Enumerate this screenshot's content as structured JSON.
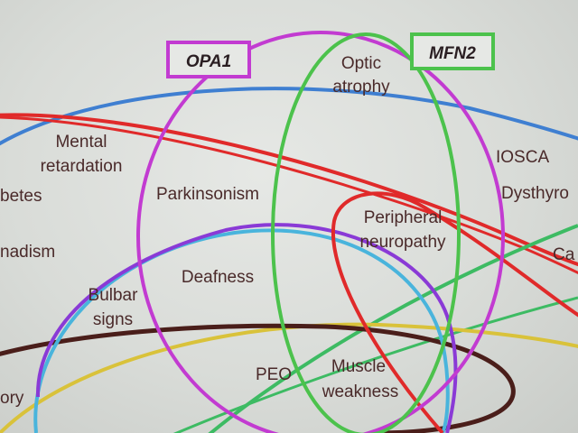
{
  "colors": {
    "background": "#dcdfdb",
    "label_text": "#4a2a2a",
    "gene_text": "#2a1e22",
    "opa1": "#c23bd1",
    "mfn2": "#4cc24c",
    "blue_arc": "#3f7fd1",
    "red": "#e02a2a",
    "cyan": "#49b4dc",
    "purple": "#8a3ad6",
    "green_arc": "#3dbb63",
    "yellow": "#d9c23a",
    "brown": "#4a1e1a"
  },
  "genes": {
    "opa1": "OPA1",
    "mfn2": "MFN2"
  },
  "labels": {
    "optic": "Optic",
    "atrophy": "atrophy",
    "mental": "Mental",
    "retardation": "retardation",
    "iosca": "IOSCA",
    "betes": "betes",
    "dysthyro": "Dysthyro",
    "parkinsonism": "Parkinsonism",
    "peripheral": "Peripheral",
    "neuropathy": "neuropathy",
    "ca": "Ca",
    "nadism": "nadism",
    "deafness": "Deafness",
    "bulbar": "Bulbar",
    "signs": "signs",
    "peo": "PEO",
    "muscle": "Muscle",
    "weakness": "weakness",
    "ory": "ory"
  }
}
